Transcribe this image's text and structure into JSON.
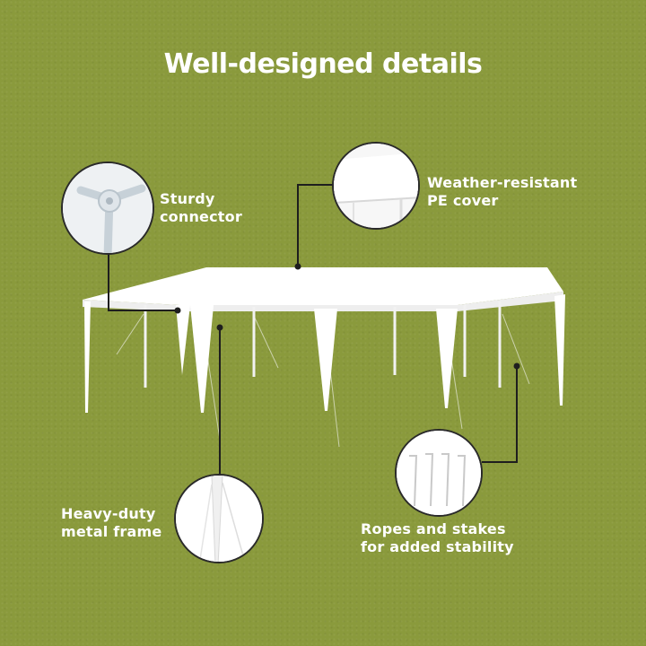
{
  "title": "Well-designed details",
  "callouts": {
    "connector": {
      "line1": "Sturdy",
      "line2": "connector"
    },
    "cover": {
      "line1": "Weather-resistant",
      "line2": "PE cover"
    },
    "frame": {
      "line1": "Heavy-duty",
      "line2": "metal frame"
    },
    "stakes": {
      "line1": "Ropes and stakes",
      "line2": "for added stability"
    }
  },
  "colors": {
    "background": "#8a9a3c",
    "text": "#ffffff",
    "tent": "#ffffff",
    "leader": "#1e1e1e"
  }
}
